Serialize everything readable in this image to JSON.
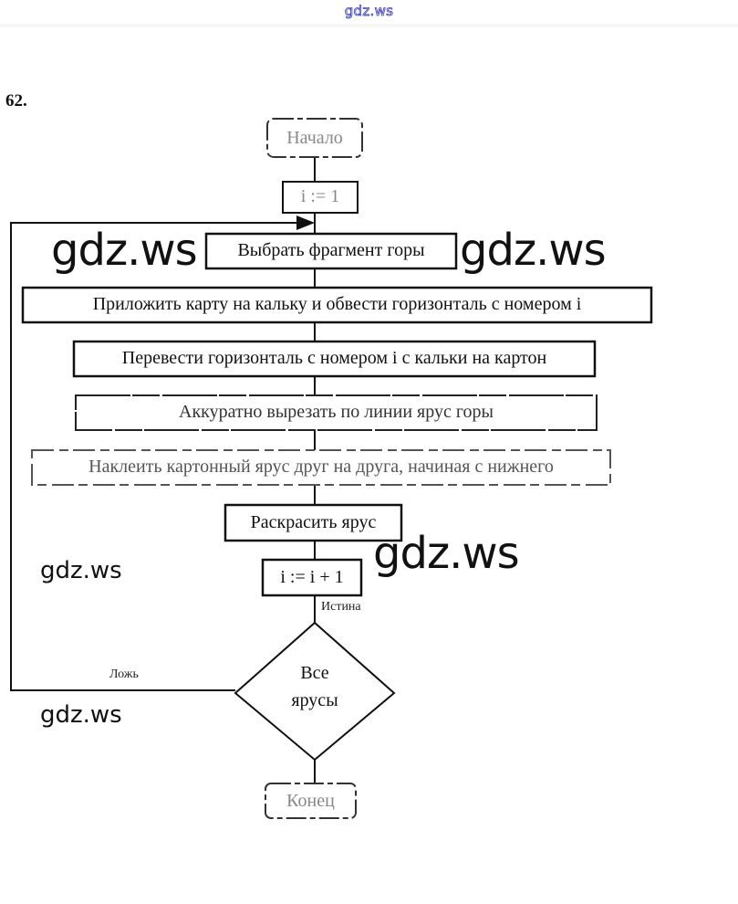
{
  "header": {
    "site_logo": "gdz.ws"
  },
  "task_number": "62.",
  "flowchart": {
    "start": "Начало",
    "init": "i := 1",
    "step1": "Выбрать фрагмент горы",
    "step2": "Приложить карту на кальку и обвести горизонталь с номером i",
    "step3": "Перевести горизонталь с номером i с кальки на картон",
    "step4": "Аккуратно вырезать по линии ярус горы",
    "step5": "Наклеить картонный ярус друг на друга, начиная с нижнего",
    "step6": "Раскрасить ярус",
    "increment": "i := i + 1",
    "condition_line1": "Все",
    "condition_line2": "ярусы",
    "true_label": "Истина",
    "false_label": "Ложь",
    "end": "Конец"
  },
  "watermarks": [
    "gdz.ws",
    "gdz.ws",
    "gdz.ws",
    "gdz.ws",
    "gdz.ws"
  ]
}
